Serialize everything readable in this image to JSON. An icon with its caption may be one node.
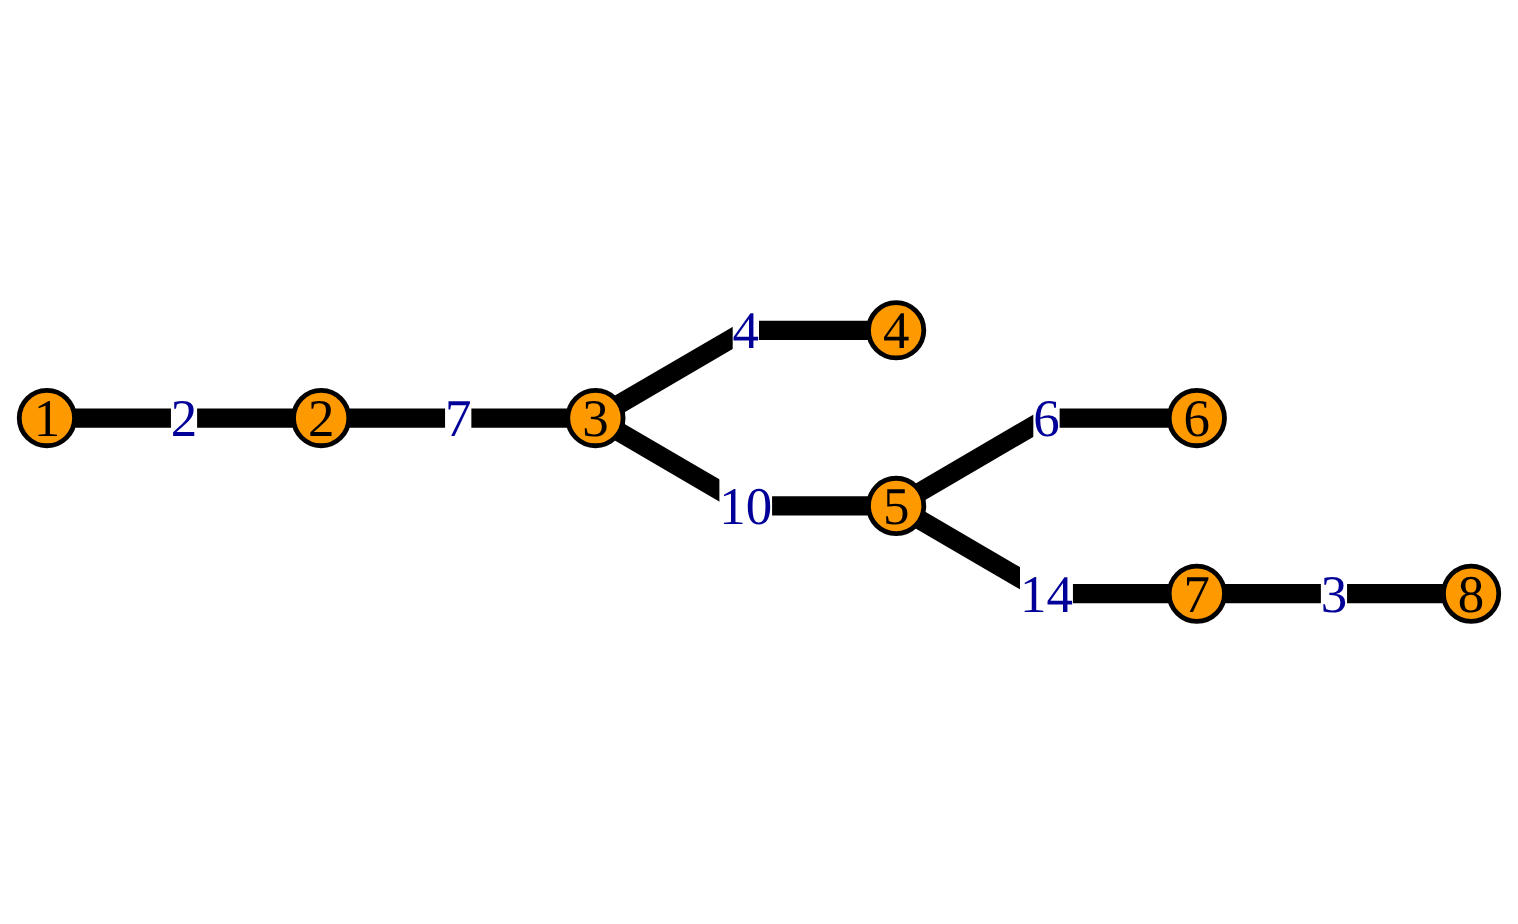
{
  "diagram": {
    "nodes": [
      {
        "text": [
          "1"
        ]
      },
      {
        "text": [
          "2"
        ]
      },
      {
        "text": [
          "3"
        ]
      },
      {
        "text": [
          "4"
        ]
      },
      {
        "text": [
          "5"
        ]
      },
      {
        "text": [
          "6"
        ]
      },
      {
        "text": [
          "7"
        ]
      },
      {
        "text": [
          "8"
        ]
      }
    ],
    "edges": [
      {
        "from": 0,
        "to": 1,
        "label": "2",
        "arrow": "none"
      },
      {
        "from": 1,
        "to": 2,
        "label": "7",
        "arrow": "none"
      },
      {
        "from": 2,
        "to": 3,
        "label": "4",
        "arrow": "none"
      },
      {
        "from": 2,
        "to": 4,
        "label": "10",
        "arrow": "none"
      },
      {
        "from": 4,
        "to": 5,
        "label": "6",
        "arrow": "none"
      },
      {
        "from": 4,
        "to": 6,
        "label": "14",
        "arrow": "none"
      },
      {
        "from": 6,
        "to": 7,
        "label": "3",
        "arrow": "none"
      }
    ]
  }
}
